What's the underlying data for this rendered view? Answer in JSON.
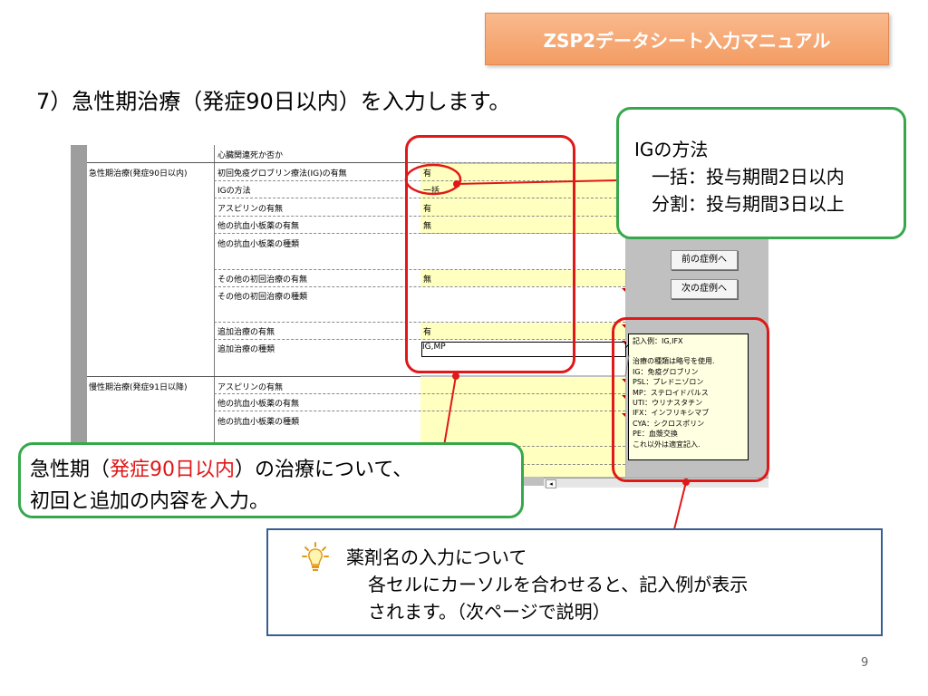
{
  "header": {
    "badge": "ZSP2データシート入力マニュアル"
  },
  "step_title": "7）急性期治療（発症90日以内）を入力します。",
  "sheet": {
    "row_heart": "心臓関連死か否か",
    "section_acute": "急性期治療(発症90日以内)",
    "section_chronic": "慢性期治療(発症91日以降)",
    "acute_rows": [
      {
        "label": "初回免疫グロブリン療法(IG)の有無",
        "value": "有"
      },
      {
        "label": "IGの方法",
        "value": "一括"
      },
      {
        "label": "アスピリンの有無",
        "value": "有"
      },
      {
        "label": "他の抗血小板薬の有無",
        "value": "無"
      },
      {
        "label": "他の抗血小板薬の種類",
        "value": ""
      },
      {
        "label": "その他の初回治療の有無",
        "value": "無"
      },
      {
        "label": "その他の初回治療の種類",
        "value": ""
      },
      {
        "label": "追加治療の有無",
        "value": "有"
      },
      {
        "label": "追加治療の種類",
        "value": "IG,MP"
      }
    ],
    "chronic_rows": [
      {
        "label": "アスピリンの有無"
      },
      {
        "label": "他の抗血小板薬の有無"
      },
      {
        "label": "他の抗血小板薬の種類"
      }
    ],
    "buttons": {
      "prev": "前の症例へ",
      "next": "次の症例へ"
    }
  },
  "tooltip": {
    "lines": [
      "記入例：IG,IFX",
      "",
      "治療の種類は略号を使用.",
      "IG：免疫グロブリン",
      "PSL：プレドニゾロン",
      "MP：ステロイドパルス",
      "UTI：ウリナスタチン",
      "IFX：インフリキシマブ",
      "CYA：シクロスポリン",
      "PE：血漿交換",
      "これ以外は適宜記入."
    ]
  },
  "ig_callout": {
    "title": "IGの方法",
    "line1": "一括：投与期間2日以内",
    "line2": "分割：投与期間3日以上"
  },
  "acute_callout": {
    "prefix": "急性期（",
    "highlight": "発症90日以内",
    "suffix": "）の治療について、",
    "line2": "初回と追加の内容を入力。"
  },
  "note_box": {
    "title": "薬剤名の入力について",
    "line1": "各セルにカーソルを合わせると、記入例が表示",
    "line2": "されます。（次ページで説明）"
  },
  "page_number": "9",
  "colors": {
    "accent_orange": "#f39c63",
    "callout_green": "#36a84b",
    "ring_red": "#e01818",
    "note_border": "#365f91",
    "highlight_red": "#e01818"
  },
  "icons": [
    "lightbulb-icon"
  ]
}
